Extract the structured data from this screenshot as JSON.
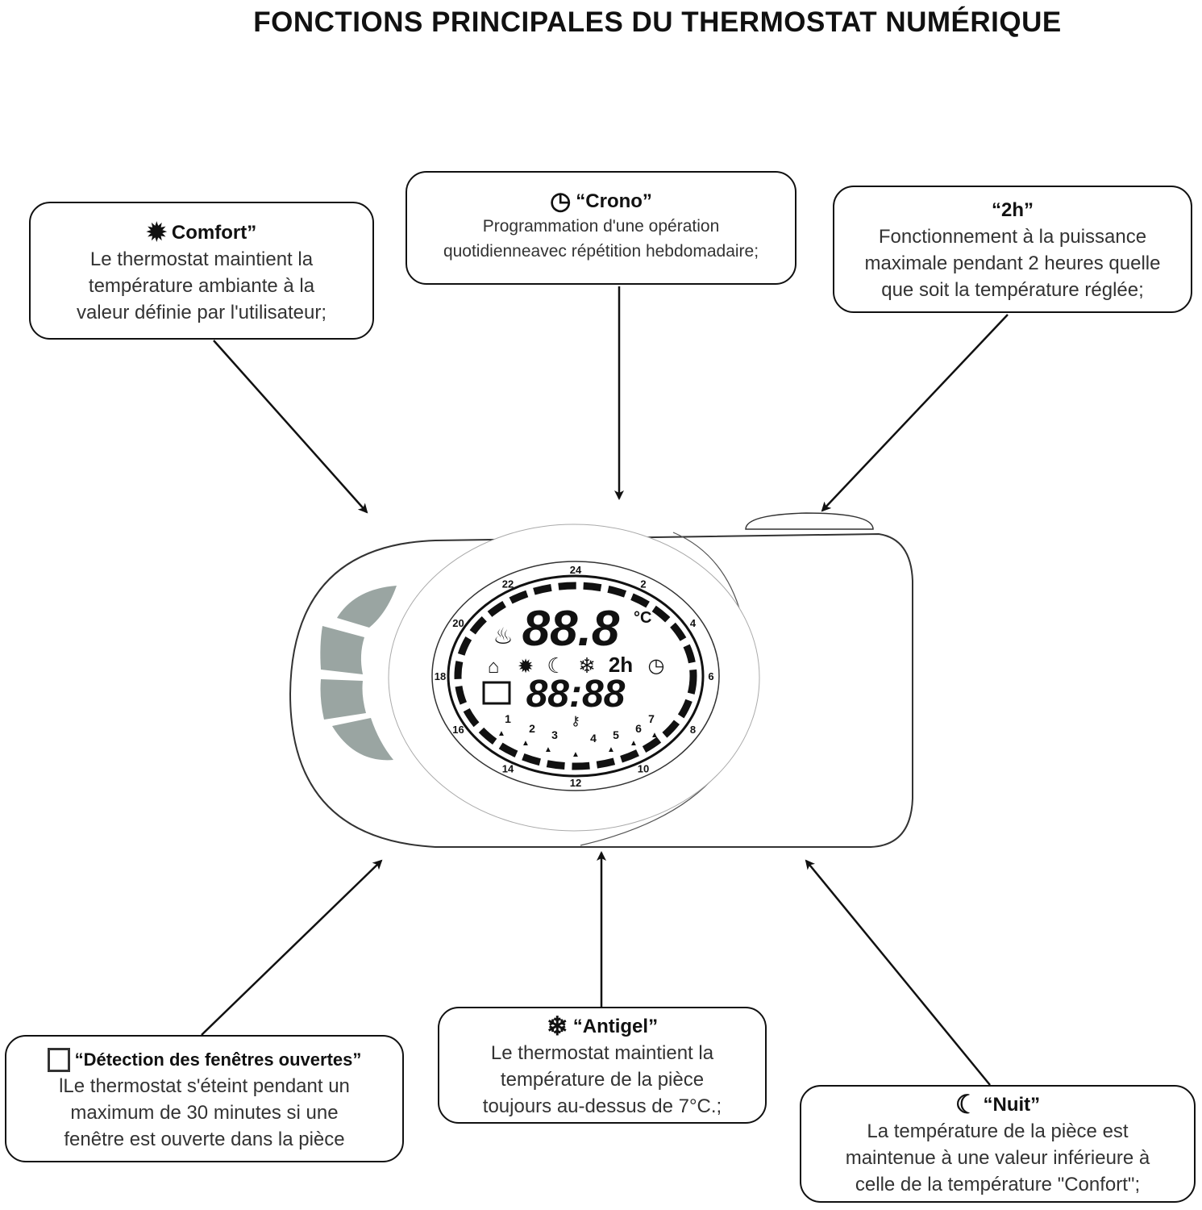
{
  "title": "FONCTIONS PRINCIPALES DU THERMOSTAT NUMÉRIQUE",
  "boxes": {
    "comfort": {
      "icon": "sun-icon",
      "label": "Comfort”",
      "lines": [
        "Le thermostat maintient la",
        "température ambiante à la",
        "valeur définie par l'utilisateur;"
      ]
    },
    "crono": {
      "icon": "clock-icon",
      "label": "“Crono”",
      "lines": [
        "Programmation d'une opération",
        "quotidienneavec répétition hebdomadaire;"
      ]
    },
    "twoh": {
      "label": "“2h”",
      "lines": [
        "Fonctionnement à la puissance",
        "maximale pendant 2 heures quelle",
        "que soit la température réglée;"
      ]
    },
    "window": {
      "icon": "open-window-icon",
      "label": "“Détection des fenêtres ouvertes”",
      "lines": [
        "lLe thermostat s'éteint pendant un",
        "maximum de 30 minutes si une",
        "fenêtre est ouverte dans la pièce"
      ]
    },
    "antigel": {
      "icon": "snowflake-icon",
      "label": "“Antigel”",
      "lines": [
        "Le thermostat maintient la",
        "température de la pièce",
        "toujours au-dessus de 7°C.;"
      ]
    },
    "nuit": {
      "icon": "moon-icon",
      "label": "“Nuit”",
      "lines": [
        "La température de la pièce est",
        "maintenue à une valeur inférieure à",
        "celle de la température \"Confort\";"
      ]
    }
  },
  "display": {
    "temperature": "88.8",
    "unit": "°C",
    "boost": "2h",
    "time": "88:88",
    "hours": [
      "24",
      "2",
      "4",
      "6",
      "8",
      "10",
      "12",
      "14",
      "16",
      "18",
      "20",
      "22"
    ],
    "days": [
      "1",
      "2",
      "3",
      "4",
      "5",
      "6",
      "7"
    ]
  }
}
